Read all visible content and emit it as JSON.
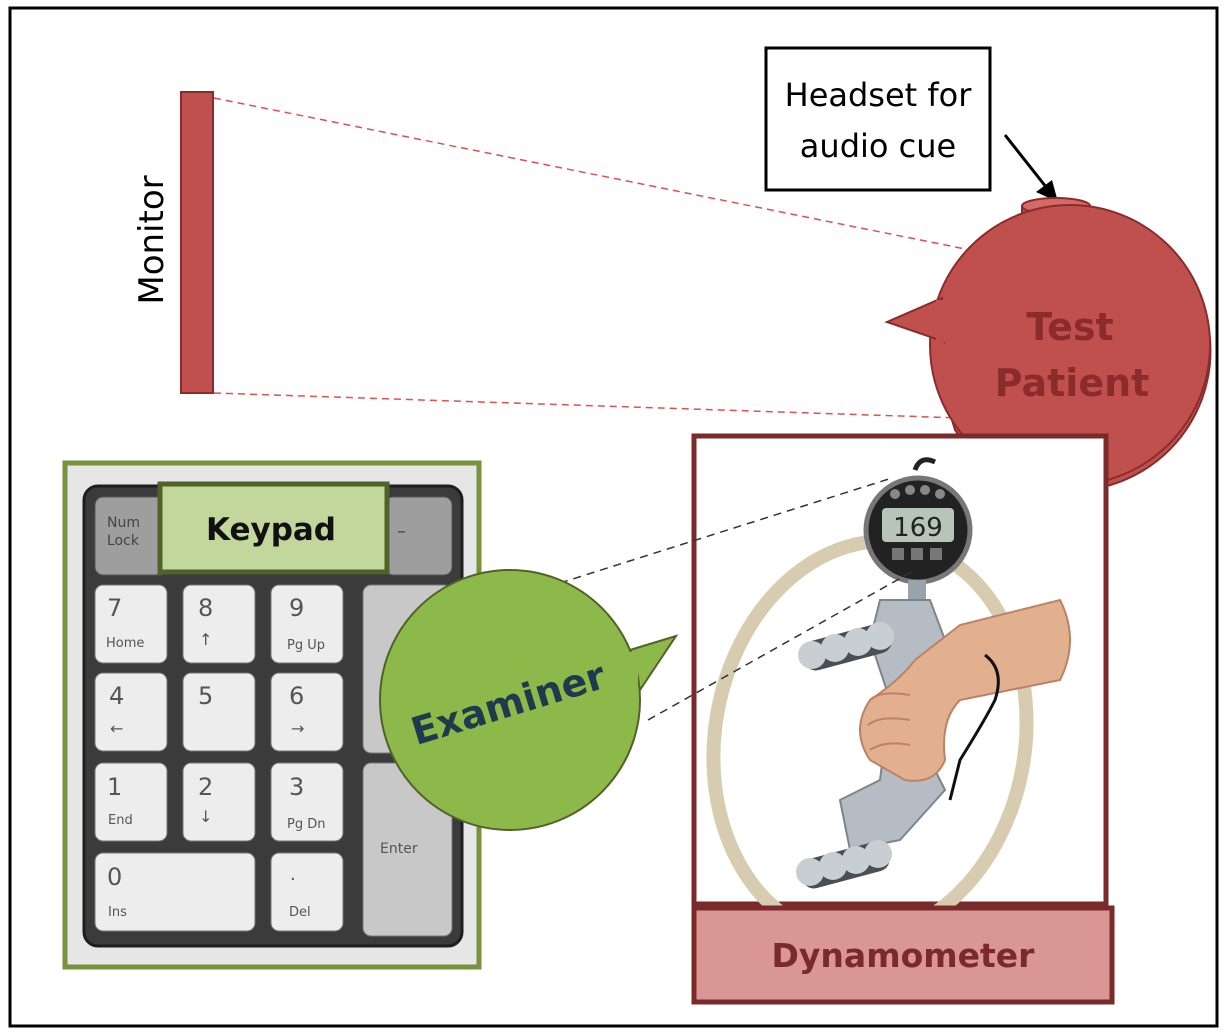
{
  "labels": {
    "monitor": "Monitor",
    "headset": [
      "Headset for",
      "audio cue"
    ],
    "patient": [
      "Test",
      "Patient"
    ],
    "keypad": "Keypad",
    "examiner": "Examiner",
    "dynamometer": "Dynamometer"
  },
  "keypad_keys": {
    "numlock": [
      "Num",
      "Lock"
    ],
    "k7": [
      "7",
      "Home"
    ],
    "k8": [
      "8",
      "↑"
    ],
    "k9": [
      "9",
      "Pg Up"
    ],
    "k4": [
      "4",
      "←"
    ],
    "k5": [
      "5",
      ""
    ],
    "k6": [
      "6",
      "→"
    ],
    "k1": [
      "1",
      "End"
    ],
    "k2": [
      "2",
      "↓"
    ],
    "k3": [
      "3",
      "Pg Dn"
    ],
    "k0": [
      "0",
      "Ins"
    ],
    "kdot": [
      ".",
      "Del"
    ],
    "enter": "Enter",
    "minus": "–"
  },
  "dynamometer_display": "169",
  "colors": {
    "monitor": "#c0504d",
    "patient": "#c0504d",
    "patient_text": "#8b2c2c",
    "examiner": "#8db84a",
    "examiner_text": "#1f3a4d",
    "keypad_frame": "#76923c",
    "keypad_label_bg": "#c3d69b",
    "dyn_frame": "#7a2a2a",
    "dyn_label_bg": "#d99694"
  }
}
